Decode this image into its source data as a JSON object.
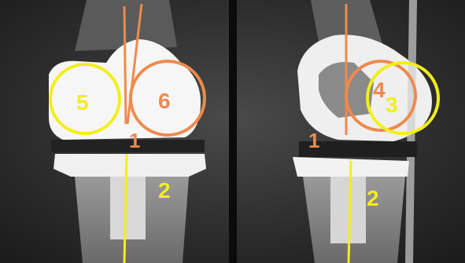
{
  "figure": {
    "description_colors": {
      "yellow": "#f2ee1c",
      "orange": "#ee8a4e",
      "bone": "#f3f3f3",
      "background": "#2a2a2a"
    },
    "labels": {
      "front_femur_axis": "1",
      "front_tibia_axis": "2",
      "front_circle_left": "5",
      "front_circle_right": "6",
      "side_femur_axis": "1",
      "side_tibia_axis": "2",
      "side_circle_orange": "4",
      "side_circle_yellow": "3"
    }
  }
}
